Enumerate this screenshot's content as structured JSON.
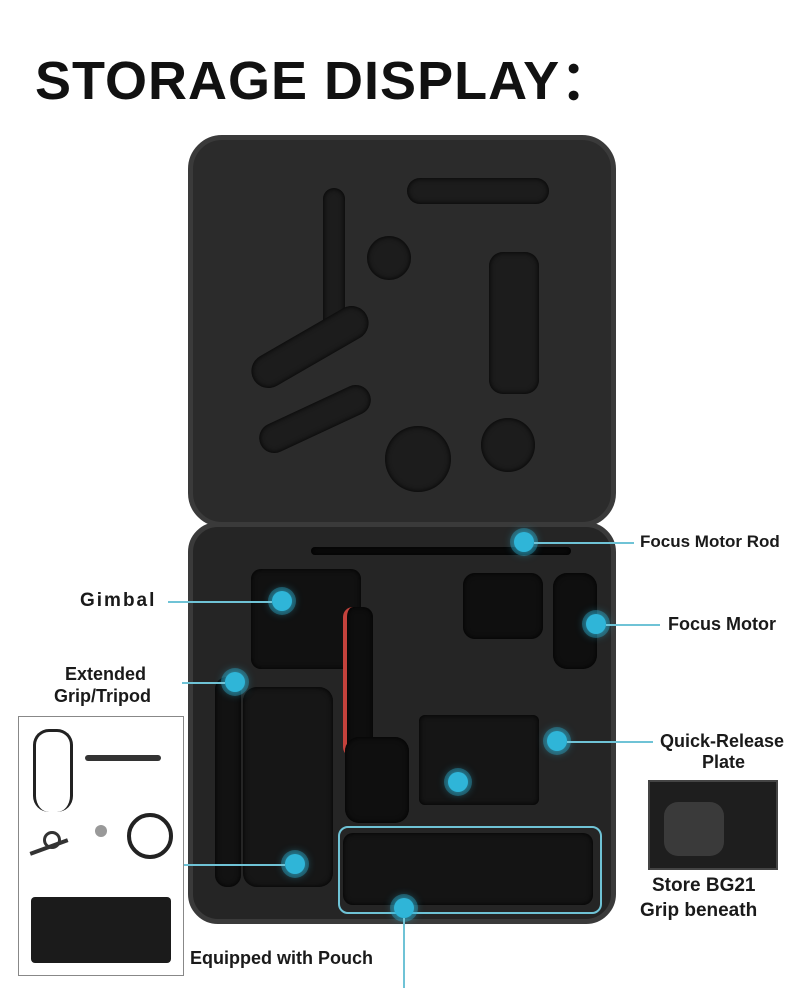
{
  "title": "STORAGE DISPLAY：",
  "labels": {
    "focus_motor_rod": "Focus Motor Rod",
    "gimbal": "Gimbal",
    "focus_motor": "Focus Motor",
    "extended_grip_line1": "Extended",
    "extended_grip_line2": "Grip/Tripod",
    "quick_release_line1": "Quick-Release",
    "quick_release_line2": "Plate",
    "store_bg21_line1": "Store BG21",
    "store_bg21_line2": "Grip beneath",
    "pouch": "Equipped with Pouch"
  },
  "colors": {
    "accent": "#2fb5d8",
    "case": "#2b2b2b",
    "foam": "#1c1c1c"
  }
}
